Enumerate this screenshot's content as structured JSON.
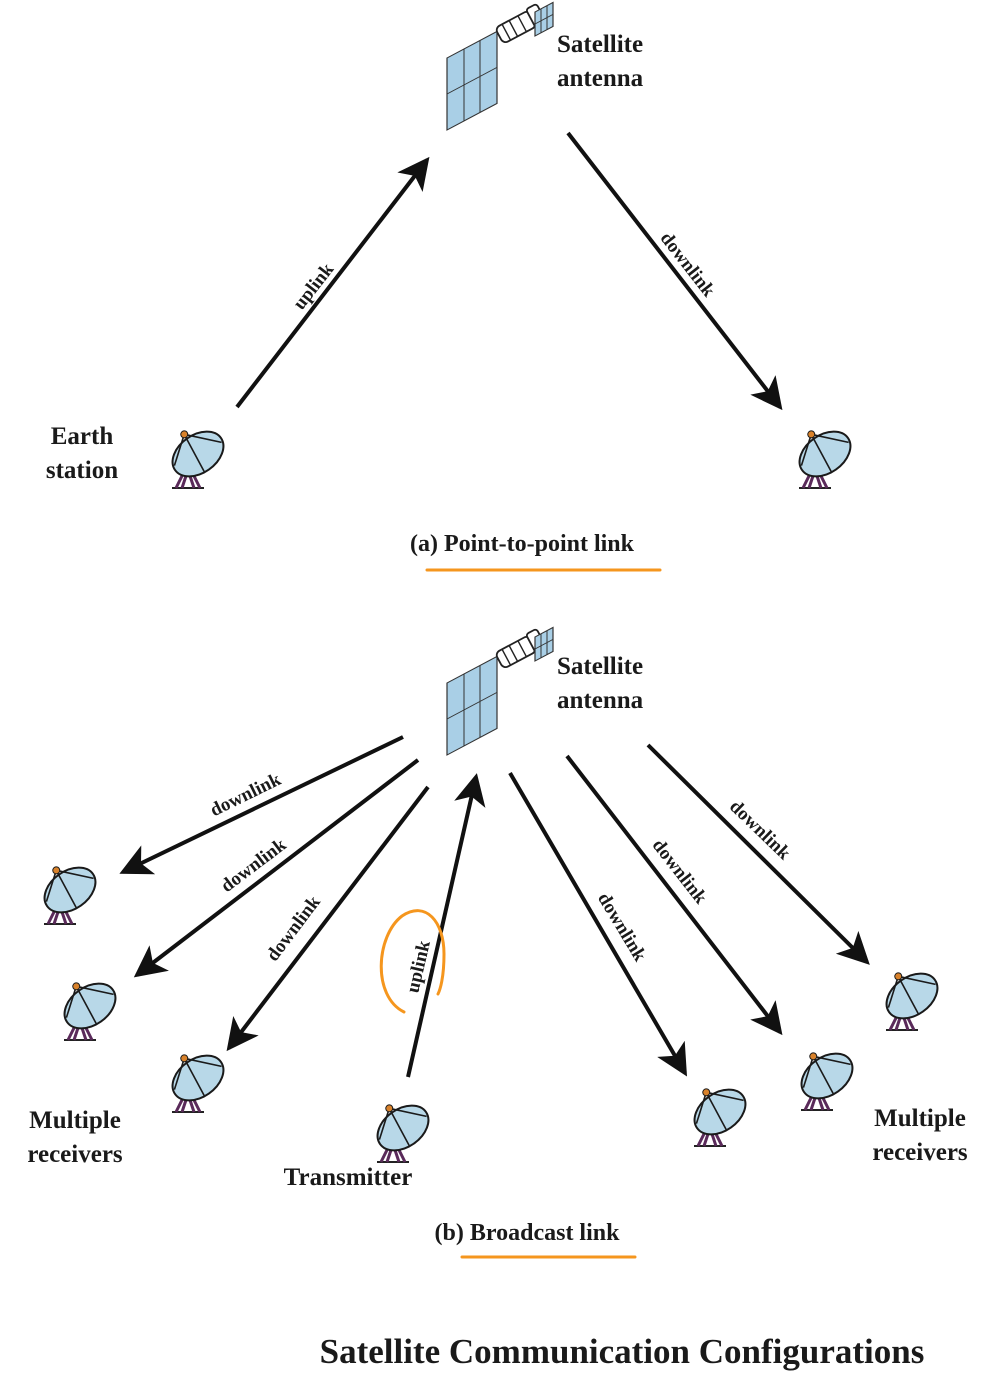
{
  "panel_a": {
    "satellite_label": [
      "Satellite",
      "antenna"
    ],
    "earth_label": [
      "Earth",
      "station"
    ],
    "uplink": "uplink",
    "downlink": "downlink",
    "caption_prefix": "(a)",
    "caption_title": "Point-to-point link"
  },
  "panel_b": {
    "satellite_label": [
      "Satellite",
      "antenna"
    ],
    "left_receivers_label": [
      "Multiple",
      "receivers"
    ],
    "right_receivers_label": [
      "Multiple",
      "receivers"
    ],
    "transmitter_label": "Transmitter",
    "uplink": "uplink",
    "downlink_labels": [
      "downlink",
      "downlink",
      "downlink",
      "downlink",
      "downlink",
      "downlink"
    ],
    "caption_prefix": "(b)",
    "caption_title": "Broadcast link"
  },
  "figure_title": "Satellite Communication Configurations",
  "colors": {
    "dish_fill": "#b8d8e8",
    "dish_stroke": "#1a1a1a",
    "mount": "#5a2a5a",
    "feed": "#d9822b",
    "panel_fill": "#a9cfe6",
    "highlight": "#f5961e"
  }
}
